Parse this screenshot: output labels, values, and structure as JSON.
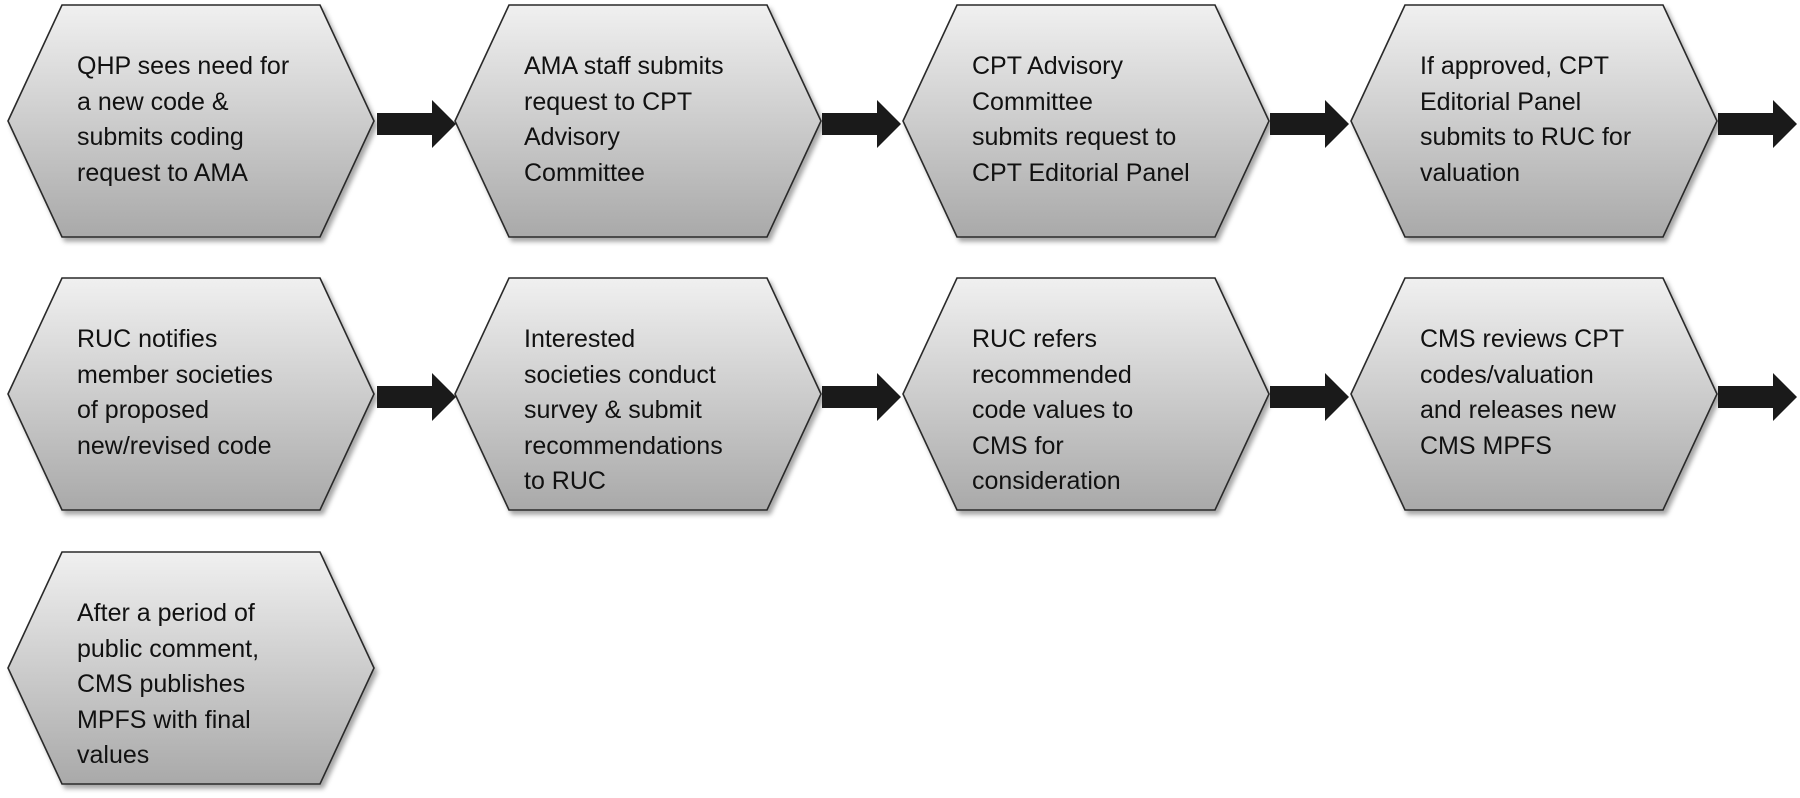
{
  "steps": [
    {
      "name": "step-qhp-submits-request",
      "lines": [
        "QHP sees need for",
        "a new code &",
        "submits coding",
        "request to AMA"
      ]
    },
    {
      "name": "step-ama-staff-submits",
      "lines": [
        "AMA staff submits",
        "request to CPT",
        "Advisory",
        "Committee"
      ]
    },
    {
      "name": "step-cpt-advisory-committee",
      "lines": [
        "CPT Advisory",
        "Committee",
        "submits request to",
        "CPT Editorial Panel"
      ]
    },
    {
      "name": "step-editorial-panel-to-ruc",
      "lines": [
        "If approved, CPT",
        "Editorial Panel",
        "submits to RUC for",
        "valuation"
      ]
    },
    {
      "name": "step-ruc-notifies-societies",
      "lines": [
        "RUC notifies",
        "member societies",
        "of proposed",
        "new/revised code"
      ]
    },
    {
      "name": "step-societies-conduct-survey",
      "lines": [
        "Interested",
        "societies conduct",
        "survey & submit",
        "recommendations",
        "to RUC"
      ]
    },
    {
      "name": "step-ruc-refers-to-cms",
      "lines": [
        "RUC refers",
        "recommended",
        "code values to",
        "CMS for",
        "consideration"
      ]
    },
    {
      "name": "step-cms-reviews-codes",
      "lines": [
        "CMS reviews CPT",
        "codes/valuation",
        "and releases new",
        "CMS MPFS"
      ]
    },
    {
      "name": "step-cms-publishes-mpfs",
      "lines": [
        "After a period of",
        "public comment,",
        "CMS publishes",
        "MPFS with final",
        "values"
      ]
    }
  ],
  "colors": {
    "hex_fill_top": "#f0f0f0",
    "hex_fill_bottom": "#a9a9a9",
    "hex_stroke": "#2a2a2a",
    "arrow_fill": "#1a1a1a",
    "text": "#111111"
  }
}
